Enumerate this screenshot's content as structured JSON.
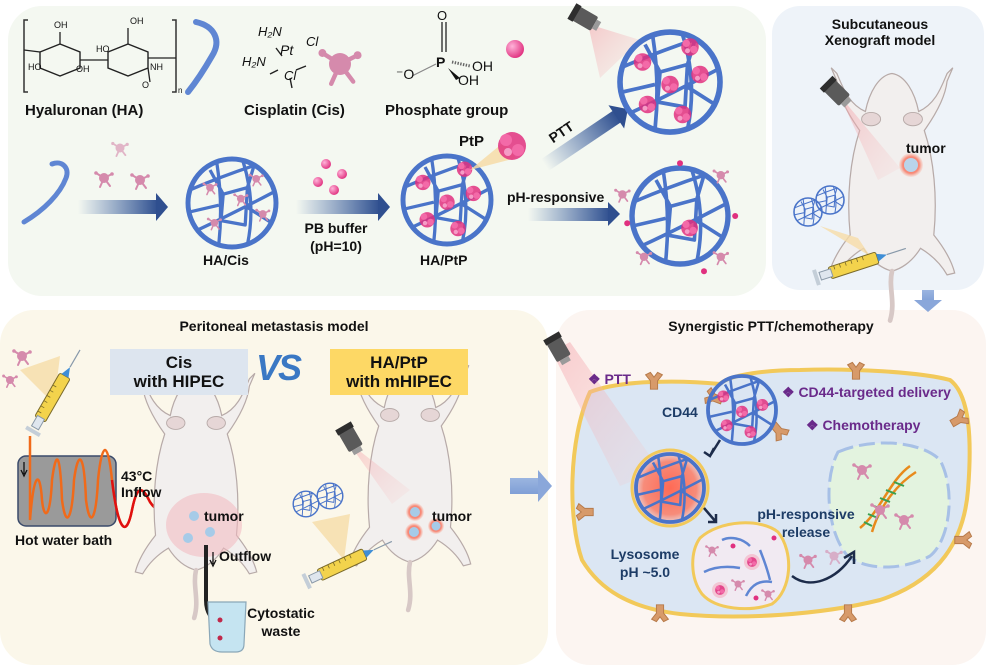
{
  "synthesis": {
    "molecules": {
      "ha_label": "Hyaluronan (HA)",
      "cis_label": "Cisplatin (Cis)",
      "phosphate_label": "Phosphate group",
      "ha_struct": {
        "oh1": "OH",
        "oh2": "OH",
        "ho1": "HO",
        "oh3": "OH",
        "ho2": "HO",
        "nh": "NH",
        "o": "O",
        "n": "n"
      },
      "cis_struct": {
        "h2n_top": "H₂N",
        "h2n_bottom": "H₂N",
        "pt": "Pt",
        "cl_right": "Cl",
        "cl_bottom": "Cl"
      },
      "phos_struct": {
        "o_top": "O",
        "p": "P",
        "oh_right": "OH",
        "oh_bottom": "OH",
        "o_minus": "⁻O"
      }
    },
    "steps": {
      "ha_cis": "HA/Cis",
      "buffer_line1": "PB buffer",
      "buffer_line2": "(pH=10)",
      "ha_ptp": "HA/PtP",
      "ptp": "PtP",
      "ptt": "PTT",
      "ph_responsive": "pH-responsive"
    }
  },
  "xenograft": {
    "title_line1": "Subcutaneous",
    "title_line2": "Xenograft model",
    "tumor": "tumor"
  },
  "peritoneal": {
    "title": "Peritoneal metastasis model",
    "group_a_line1": "Cis",
    "group_a_line2": "with HIPEC",
    "vs": "VS",
    "group_b_line1": "HA/PtP",
    "group_b_line2": "with mHIPEC",
    "temp": "43°C",
    "inflow": "Inflow",
    "hot_water_bath": "Hot water bath",
    "tumor_a": "tumor",
    "outflow": "Outflow",
    "waste_line1": "Cytostatic",
    "waste_line2": "waste",
    "tumor_b": "tumor"
  },
  "synergy": {
    "title": "Synergistic PTT/chemotherapy",
    "ptt": "❖ PTT",
    "cd44_targeted": "❖ CD44-targeted delivery",
    "chemo": "❖ Chemotherapy",
    "cd44": "CD44",
    "release_line1": "pH-responsive",
    "release_line2": "release",
    "lyso_line1": "Lysosome",
    "lyso_line2": "pH ~5.0"
  },
  "colors": {
    "cage_blue": "#4a74c9",
    "drug_pink": "#d97aa8",
    "ptp_magenta": "#e0307f",
    "arrow_navy": "#2f4f8f",
    "purple_text": "#6a2a8a",
    "box_blue": "#dde5ef",
    "box_yellow": "#fdd865"
  }
}
